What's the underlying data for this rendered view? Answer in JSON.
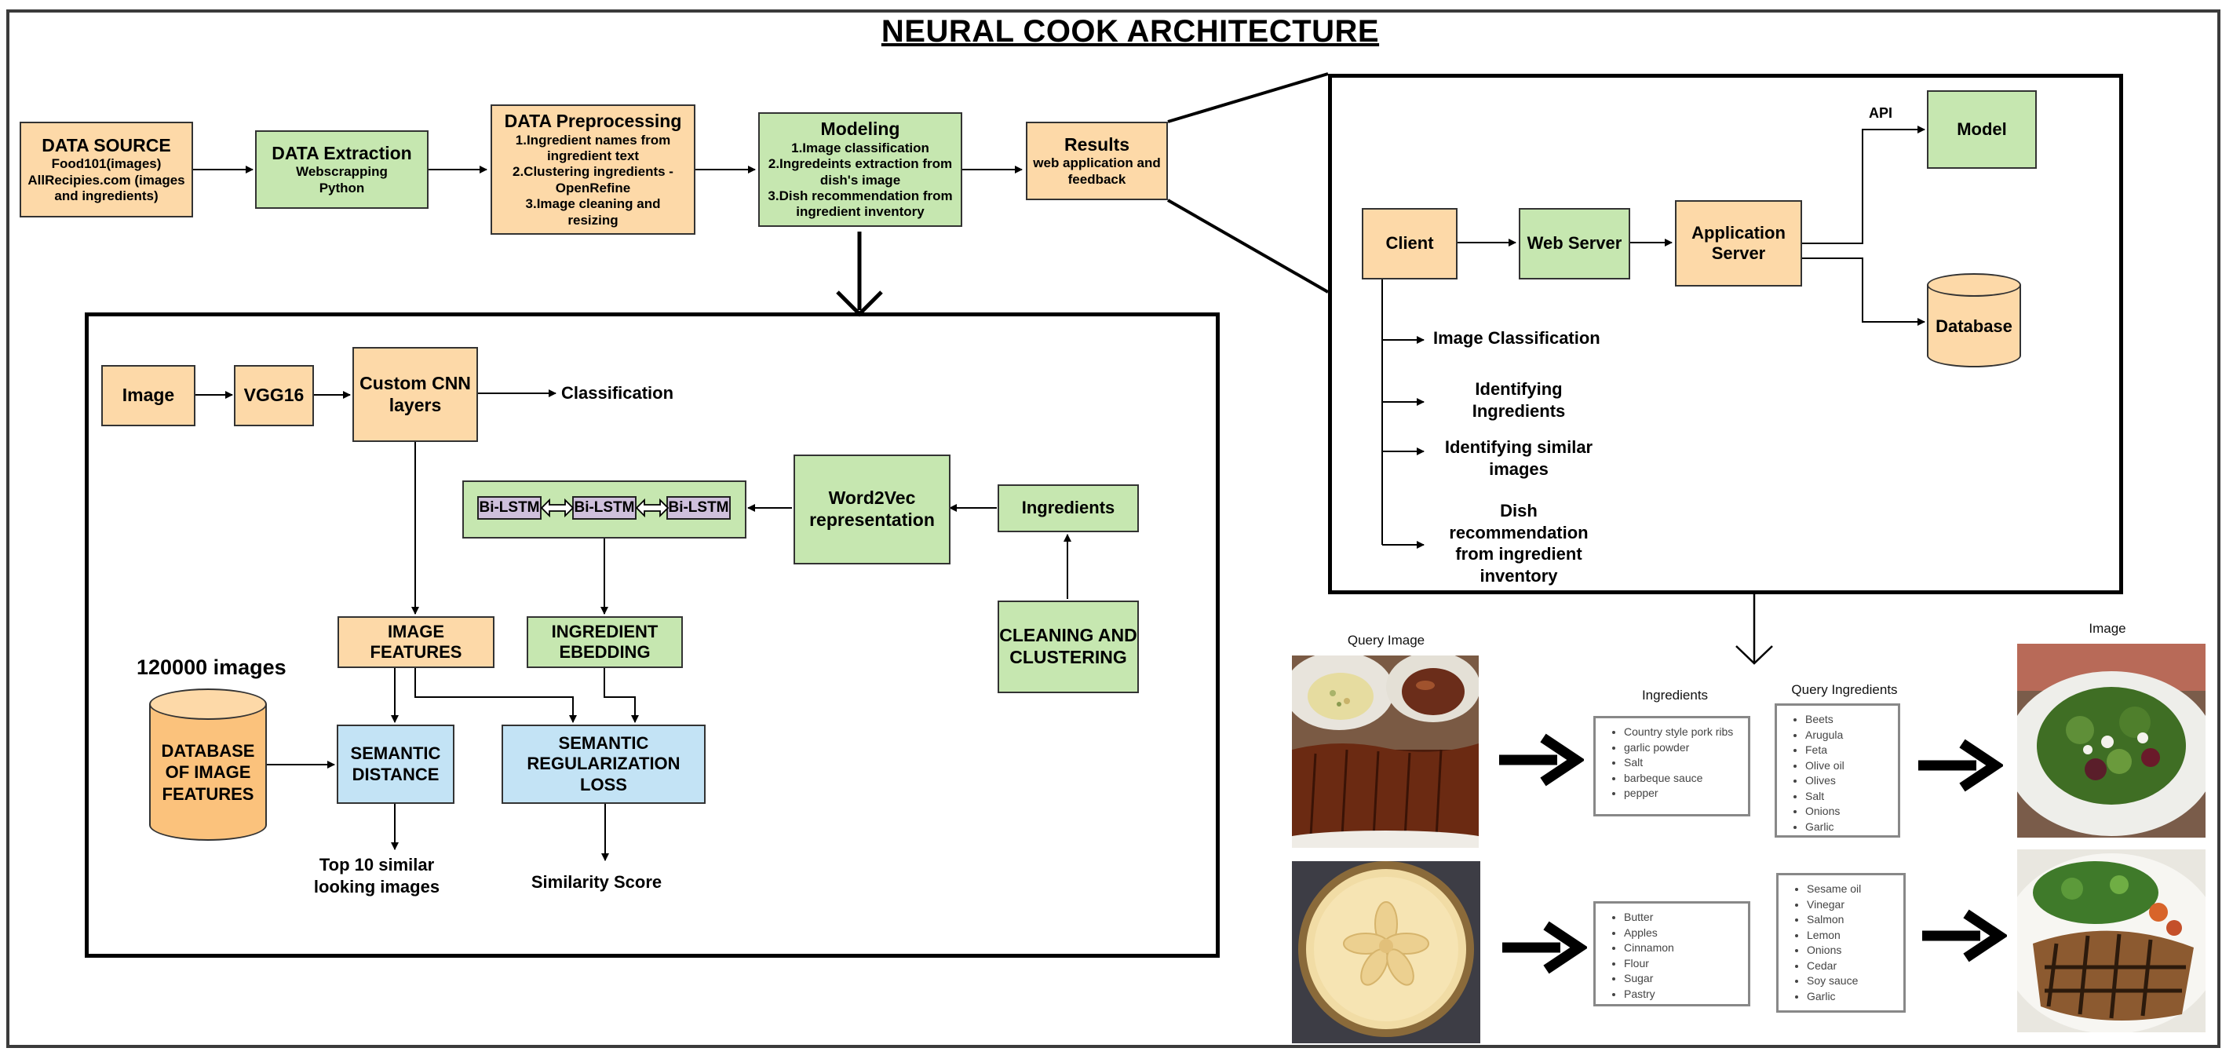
{
  "title": "NEURAL COOK ARCHITECTURE",
  "pipeline": {
    "data_source": {
      "title": "DATA SOURCE",
      "lines": [
        "Food101(images)",
        "AllRecipies.com (images",
        "and ingredients)"
      ]
    },
    "data_extraction": {
      "title": "DATA Extraction",
      "lines": [
        "Webscrapping",
        "Python"
      ]
    },
    "data_preprocessing": {
      "title": "DATA Preprocessing",
      "lines": [
        "1.Ingredient names from",
        "ingredient text",
        "2.Clustering ingredients -",
        "OpenRefine",
        "3.Image cleaning and",
        "resizing"
      ]
    },
    "modeling": {
      "title": "Modeling",
      "lines": [
        "1.Image classification",
        "2.Ingredeints extraction from",
        "dish's image",
        "3.Dish recommendation from",
        "ingredient inventory"
      ]
    },
    "results": {
      "title": "Results",
      "lines": [
        "web application and",
        "feedback"
      ]
    }
  },
  "model_panel": {
    "image": "Image",
    "vgg16": "VGG16",
    "custom_cnn": [
      "Custom CNN",
      "layers"
    ],
    "classification": "Classification",
    "bilstm": "Bi-LSTM",
    "word2vec": [
      "Word2Vec",
      "representation"
    ],
    "ingredients": "Ingredients",
    "cleaning": [
      "CLEANING AND",
      "CLUSTERING"
    ],
    "image_features": [
      "IMAGE",
      "FEATURES"
    ],
    "ingredient_embedding": [
      "INGREDIENT",
      "EBEDDING"
    ],
    "images_count": "120000 images",
    "database": [
      "DATABASE",
      "OF IMAGE",
      "FEATURES"
    ],
    "semantic_distance": [
      "SEMANTIC",
      "DISTANCE"
    ],
    "semantic_loss": [
      "SEMANTIC",
      "REGULARIZATION",
      "LOSS"
    ],
    "top10": [
      "Top 10 similar",
      "looking images"
    ],
    "similarity": "Similarity Score"
  },
  "web_panel": {
    "api": "API",
    "model": "Model",
    "client": "Client",
    "web_server": "Web Server",
    "app_server": [
      "Application",
      "Server"
    ],
    "database": "Database",
    "features": [
      [
        "Image Classification"
      ],
      [
        "Identifying",
        "Ingredients"
      ],
      [
        "Identifying similar",
        "images"
      ],
      [
        "Dish",
        "recommendation",
        "from ingredient",
        "inventory"
      ]
    ]
  },
  "examples": {
    "query_image_label": "Query Image",
    "ingredients_label": "Ingredients",
    "query_ingredients_label": "Query Ingredients",
    "image_label": "Image",
    "ingredients_1": [
      "Country style pork ribs",
      "garlic powder",
      "Salt",
      "barbeque sauce",
      "pepper"
    ],
    "ingredients_2": [
      "Butter",
      "Apples",
      "Cinnamon",
      "Flour",
      "Sugar",
      "Pastry"
    ],
    "query_ingredients_1": [
      "Beets",
      "Arugula",
      "Feta",
      "Olive oil",
      "Olives",
      "Salt",
      "Onions",
      "Garlic"
    ],
    "query_ingredients_2": [
      "Sesame oil",
      "Vinegar",
      "Salmon",
      "Lemon",
      "Onions",
      "Cedar",
      "Soy sauce",
      "Garlic"
    ]
  },
  "colors": {
    "orange": "#fdd9a8",
    "green": "#c6e7b0",
    "blue": "#c3e3f5",
    "purple": "#cfc0dc"
  }
}
